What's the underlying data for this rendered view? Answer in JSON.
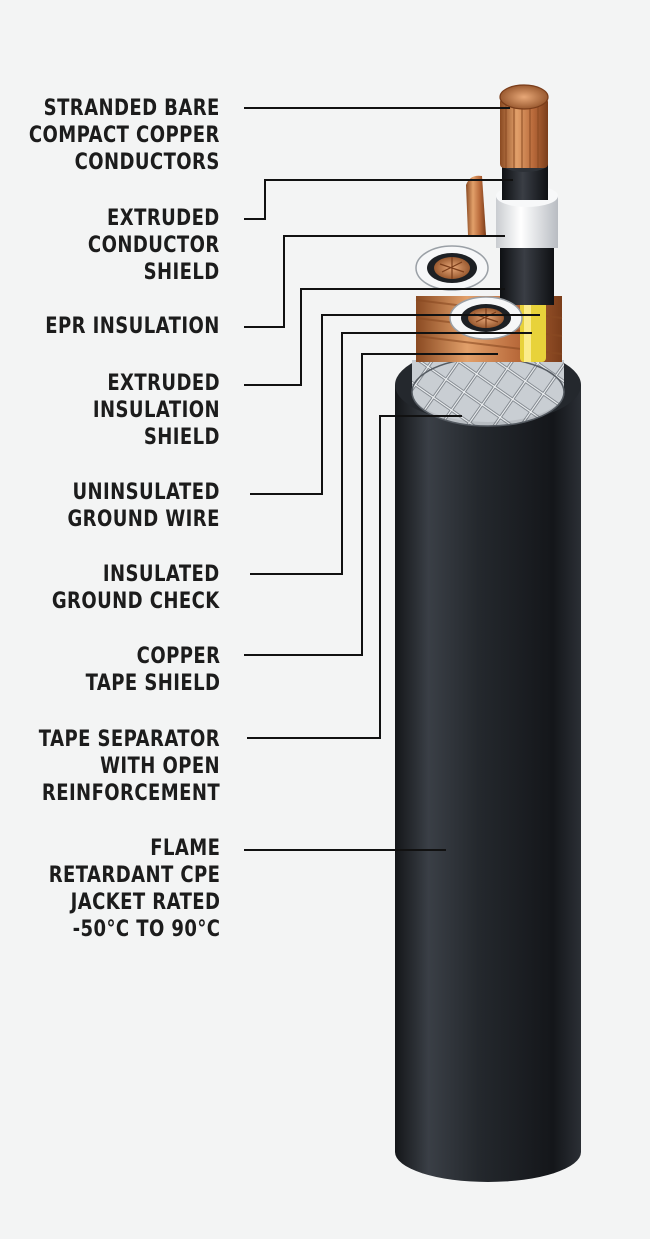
{
  "labels": [
    {
      "id": "conductors",
      "lines": [
        "STRANDED BARE",
        "COMPACT COPPER",
        "CONDUCTORS"
      ]
    },
    {
      "id": "conductor-shield",
      "lines": [
        "EXTRUDED",
        "CONDUCTOR",
        "SHIELD"
      ]
    },
    {
      "id": "epr-insulation",
      "lines": [
        "EPR INSULATION"
      ]
    },
    {
      "id": "insulation-shield",
      "lines": [
        "EXTRUDED",
        "INSULATION",
        "SHIELD"
      ]
    },
    {
      "id": "ground-wire",
      "lines": [
        "UNINSULATED",
        "GROUND WIRE"
      ]
    },
    {
      "id": "ground-check",
      "lines": [
        "INSULATED",
        "GROUND CHECK"
      ]
    },
    {
      "id": "copper-tape",
      "lines": [
        "COPPER",
        "TAPE SHIELD"
      ]
    },
    {
      "id": "tape-separator",
      "lines": [
        "TAPE SEPARATOR",
        "WITH OPEN",
        "REINFORCEMENT"
      ]
    },
    {
      "id": "jacket",
      "lines": [
        "FLAME",
        "RETARDANT CPE",
        "JACKET RATED",
        "-50°C TO 90°C"
      ]
    }
  ],
  "colors": {
    "background": "#f3f4f4",
    "jacket": "#1f2226",
    "copper": "#c8804e",
    "shield_white": "#eef0f2",
    "ground_check_yellow": "#e8d23a",
    "leader_line": "#111111",
    "label_text": "#1c1c1c"
  }
}
